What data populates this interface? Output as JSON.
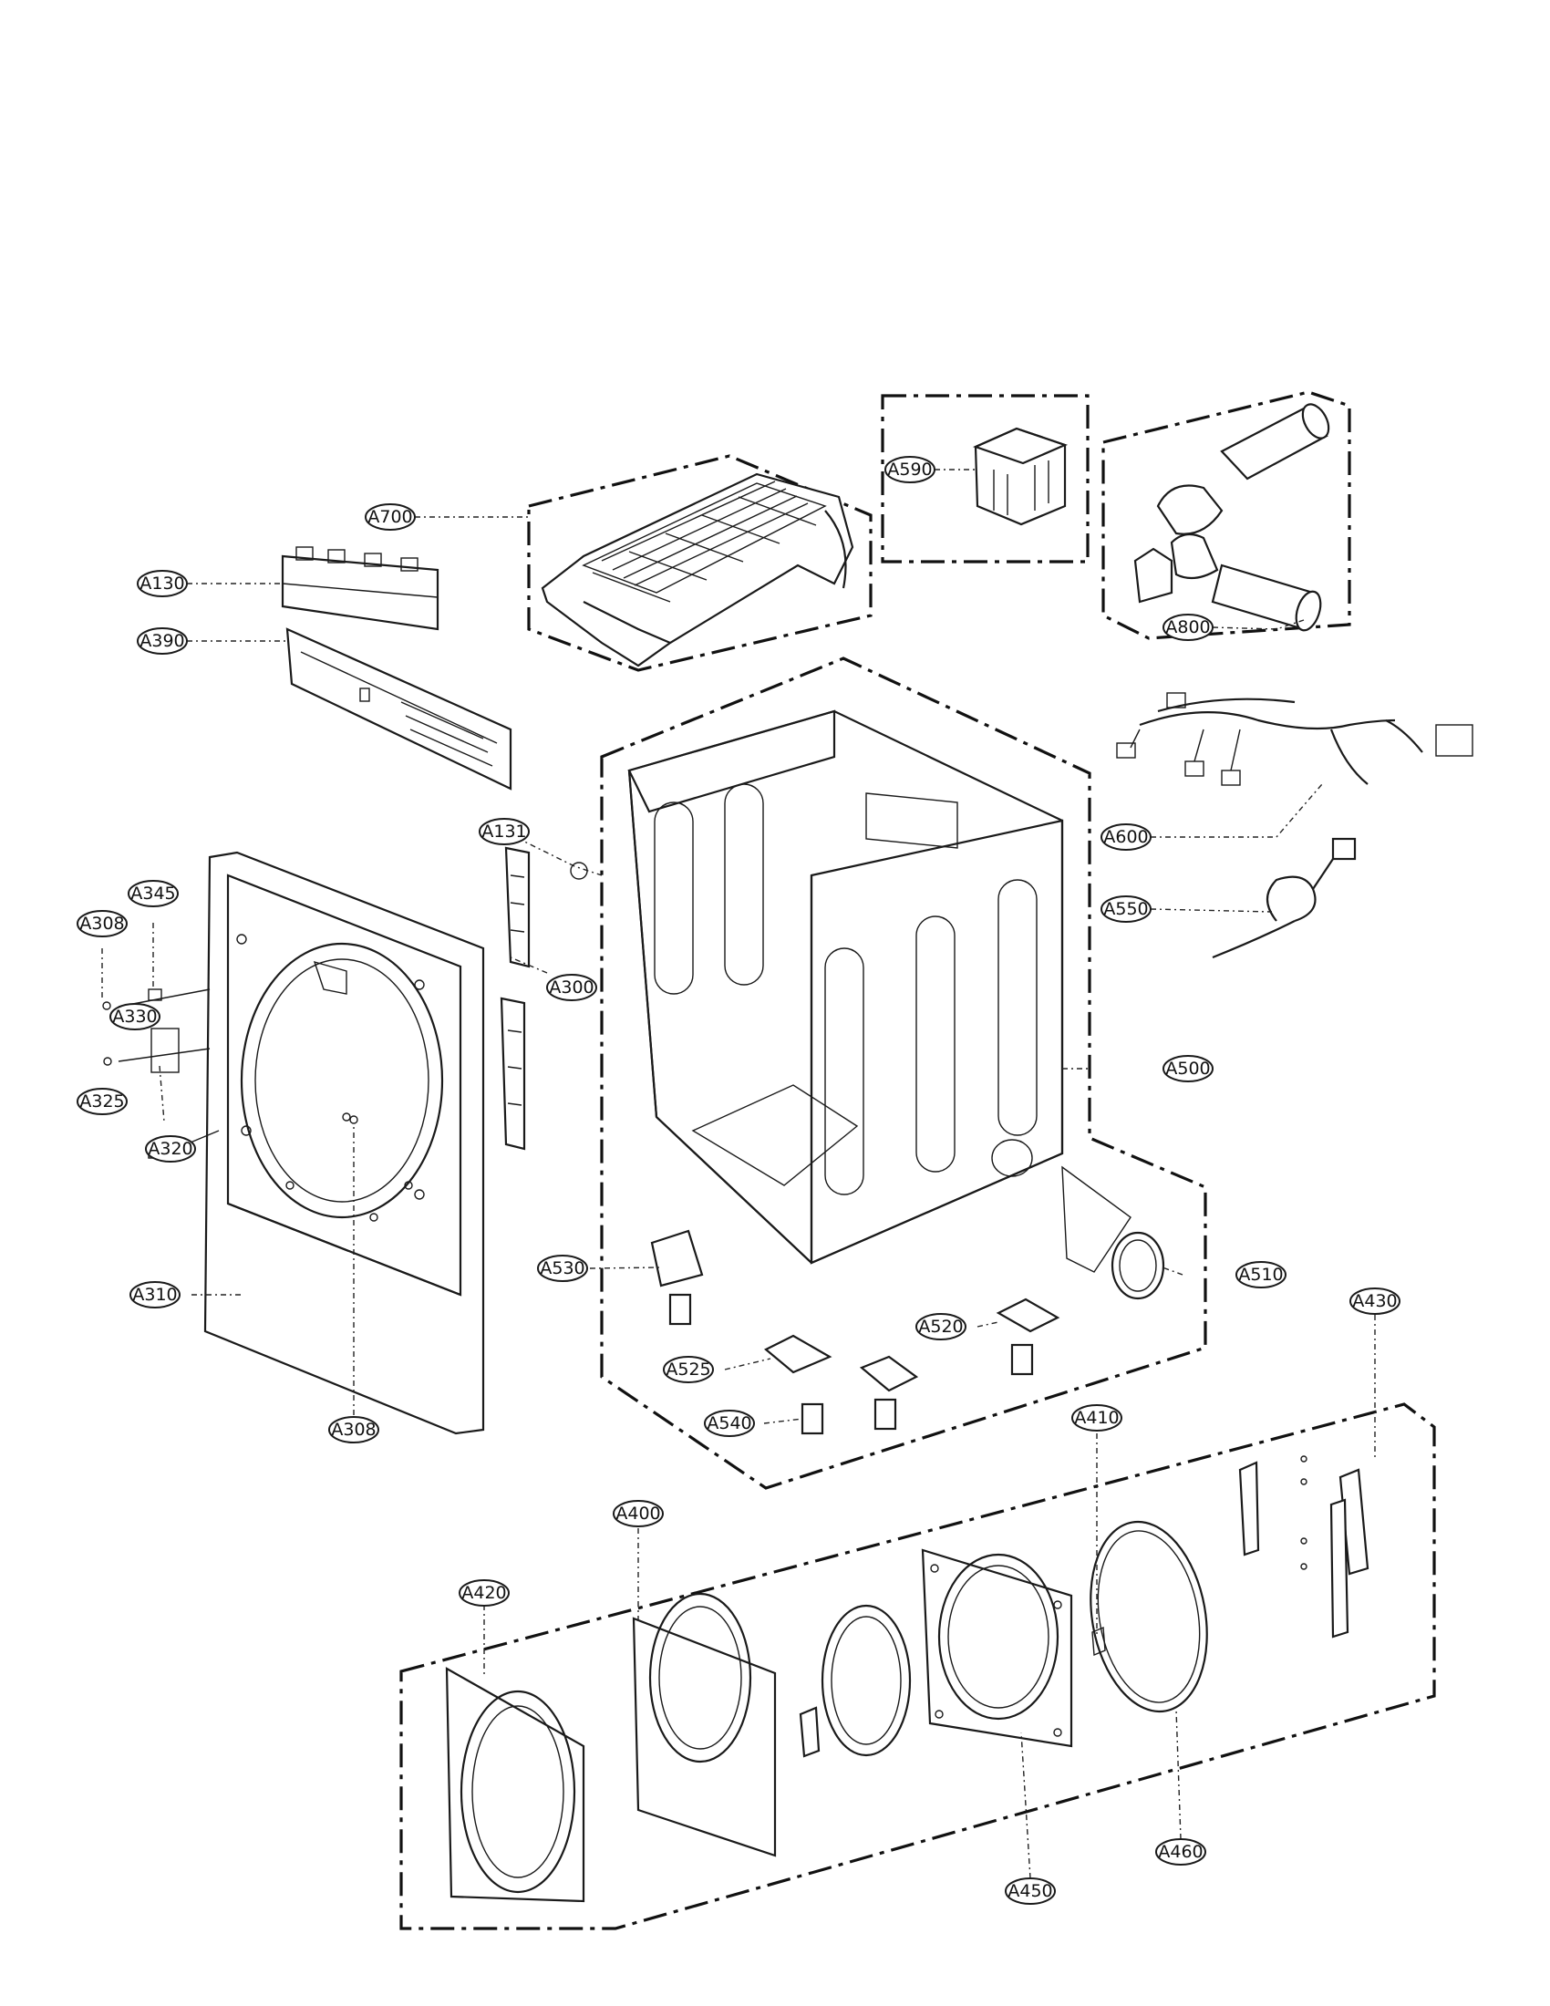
{
  "callouts": [
    {
      "id": "A700",
      "label": "A700"
    },
    {
      "id": "A590",
      "label": "A590"
    },
    {
      "id": "A800",
      "label": "A800"
    },
    {
      "id": "A130",
      "label": "A130"
    },
    {
      "id": "A390",
      "label": "A390"
    },
    {
      "id": "A600",
      "label": "A600"
    },
    {
      "id": "A131",
      "label": "A131"
    },
    {
      "id": "A550",
      "label": "A550"
    },
    {
      "id": "A345",
      "label": "A345"
    },
    {
      "id": "A308-top",
      "label": "A308"
    },
    {
      "id": "A330",
      "label": "A330"
    },
    {
      "id": "A300",
      "label": "A300"
    },
    {
      "id": "A325",
      "label": "A325"
    },
    {
      "id": "A500",
      "label": "A500"
    },
    {
      "id": "A320",
      "label": "A320"
    },
    {
      "id": "A530",
      "label": "A530"
    },
    {
      "id": "A510",
      "label": "A510"
    },
    {
      "id": "A310",
      "label": "A310"
    },
    {
      "id": "A430",
      "label": "A430"
    },
    {
      "id": "A520",
      "label": "A520"
    },
    {
      "id": "A525",
      "label": "A525"
    },
    {
      "id": "A540",
      "label": "A540"
    },
    {
      "id": "A308-bottom",
      "label": "A308"
    },
    {
      "id": "A410",
      "label": "A410"
    },
    {
      "id": "A400",
      "label": "A400"
    },
    {
      "id": "A420",
      "label": "A420"
    },
    {
      "id": "A460",
      "label": "A460"
    },
    {
      "id": "A450",
      "label": "A450"
    }
  ]
}
